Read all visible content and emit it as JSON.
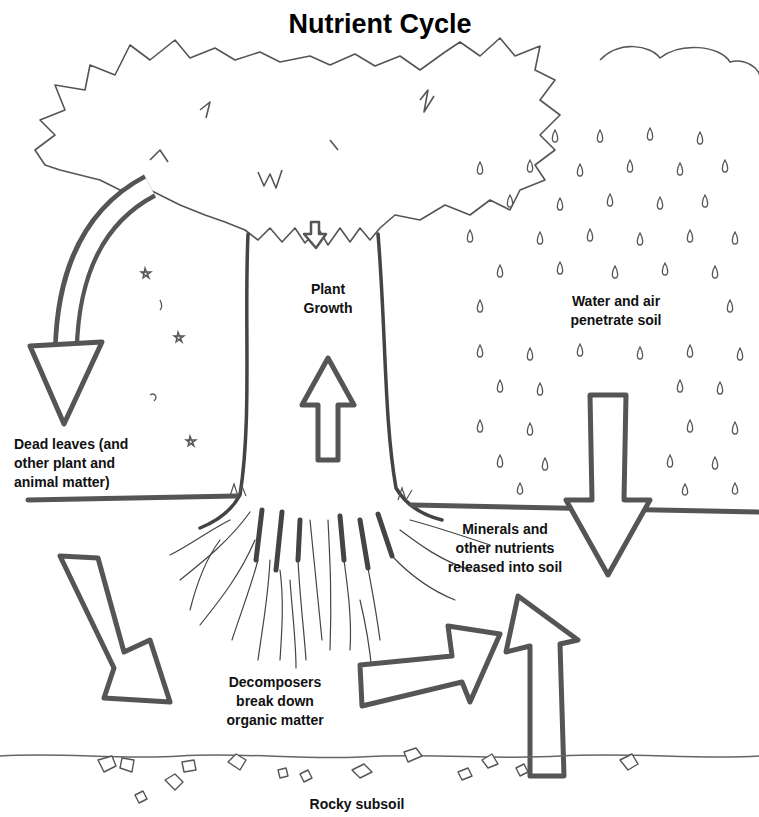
{
  "diagram": {
    "title": "Nutrient Cycle",
    "labels": [
      "Plant Growth",
      "Water and air penetrate soil",
      "Dead leaves (and other plant and animal matter)",
      "Minerals and other nutrients released into soil",
      "Decomposers break down organic matter",
      "Rocky subsoil"
    ]
  }
}
